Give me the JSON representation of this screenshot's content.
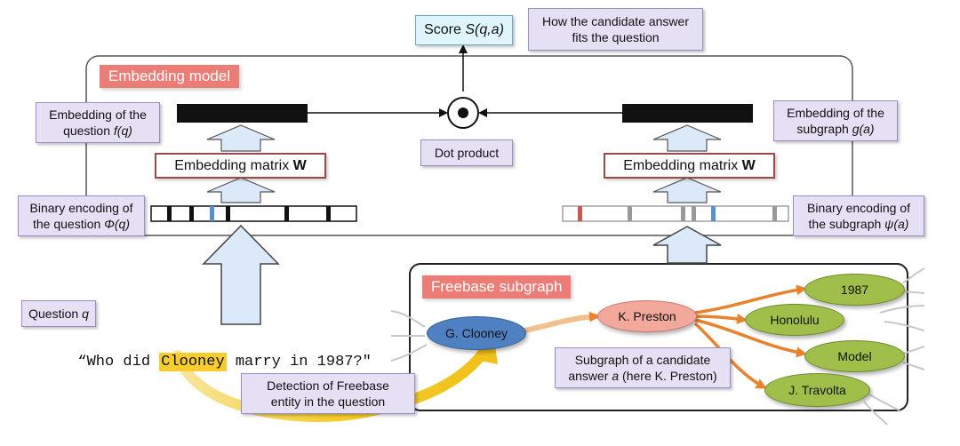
{
  "score": {
    "prefix": "Score ",
    "formula": "S(q,a)"
  },
  "score_note": {
    "line1": "How the candidate answer",
    "line2": "fits the question"
  },
  "embedding_model_label": "Embedding model",
  "embedding_question": {
    "line1": "Embedding of the",
    "line2_prefix": "question ",
    "func": "f(q)"
  },
  "embedding_subgraph": {
    "line1": "Embedding of the",
    "line2_prefix": "subgraph ",
    "func": "g(a)"
  },
  "dot_product": "Dot product",
  "matrix_left": {
    "text": "Embedding matrix ",
    "bold": "W"
  },
  "matrix_right": {
    "text": "Embedding matrix ",
    "bold": "W"
  },
  "binary_question": {
    "line1": "Binary encoding of",
    "line2_prefix": "the question ",
    "func": "Φ(q)"
  },
  "binary_subgraph": {
    "line1": "Binary encoding of",
    "line2_prefix": "the subgraph ",
    "func": "ψ(a)"
  },
  "question_label": {
    "prefix": "Question ",
    "var": "q"
  },
  "question_text": {
    "before": "“Who did ",
    "highlight": "Clooney",
    "after": " marry in 1987?\""
  },
  "detection": {
    "line1": "Detection of Freebase",
    "line2": "entity in the question"
  },
  "freebase_label": "Freebase subgraph",
  "nodes": {
    "clooney": "G. Clooney",
    "preston": "K. Preston",
    "year": "1987",
    "honolulu": "Honolulu",
    "model": "Model",
    "travolta": "J. Travolta"
  },
  "subgraph_note": {
    "line1": "Subgraph of a candidate",
    "line2_prefix": "answer ",
    "var": "a",
    "line2_suffix": " (here K. Preston)"
  },
  "colors": {
    "lavender": "#e6e0f5",
    "red_label": "#ec7d76",
    "arrow_fill": "#dbe9f8",
    "node_green": "#9fbf4a",
    "node_blue": "#4f81c2",
    "node_pink": "#f2a89a",
    "edge_orange": "#e9822d",
    "highlight_yellow": "#f6cd2c",
    "score_box": "#dff5fb"
  }
}
